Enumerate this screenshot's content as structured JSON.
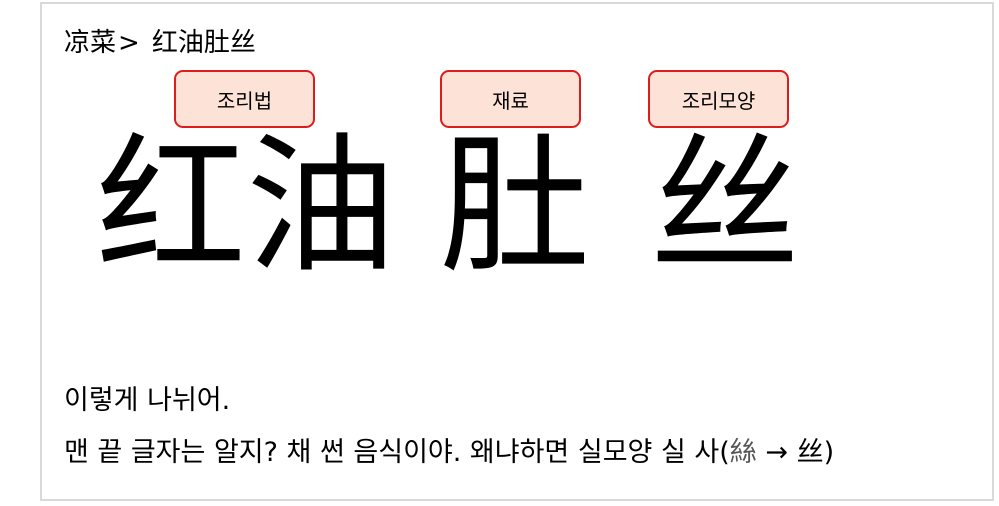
{
  "breadcrumb": {
    "category": "凉菜",
    "separator": ">",
    "dish": "红油肚丝"
  },
  "tags": {
    "method": "조리법",
    "ingredient": "재료",
    "shape": "조리모양"
  },
  "big_chars": {
    "method": "红油",
    "ingredient": "肚",
    "shape": "丝"
  },
  "text": {
    "line1": "이렇게 나뉘어.",
    "line2_prefix": "맨 끝 글자는 알지? 채 썬 음식이야. 왜냐하면 실모양 실 사(",
    "line2_old": "絲",
    "line2_arrow": " → ",
    "line2_new": "丝",
    "line2_suffix": ")"
  },
  "colors": {
    "tag_border": "#dd1c1c",
    "tag_fill": "#fde2d8",
    "frame_border": "#d9d9d9"
  }
}
